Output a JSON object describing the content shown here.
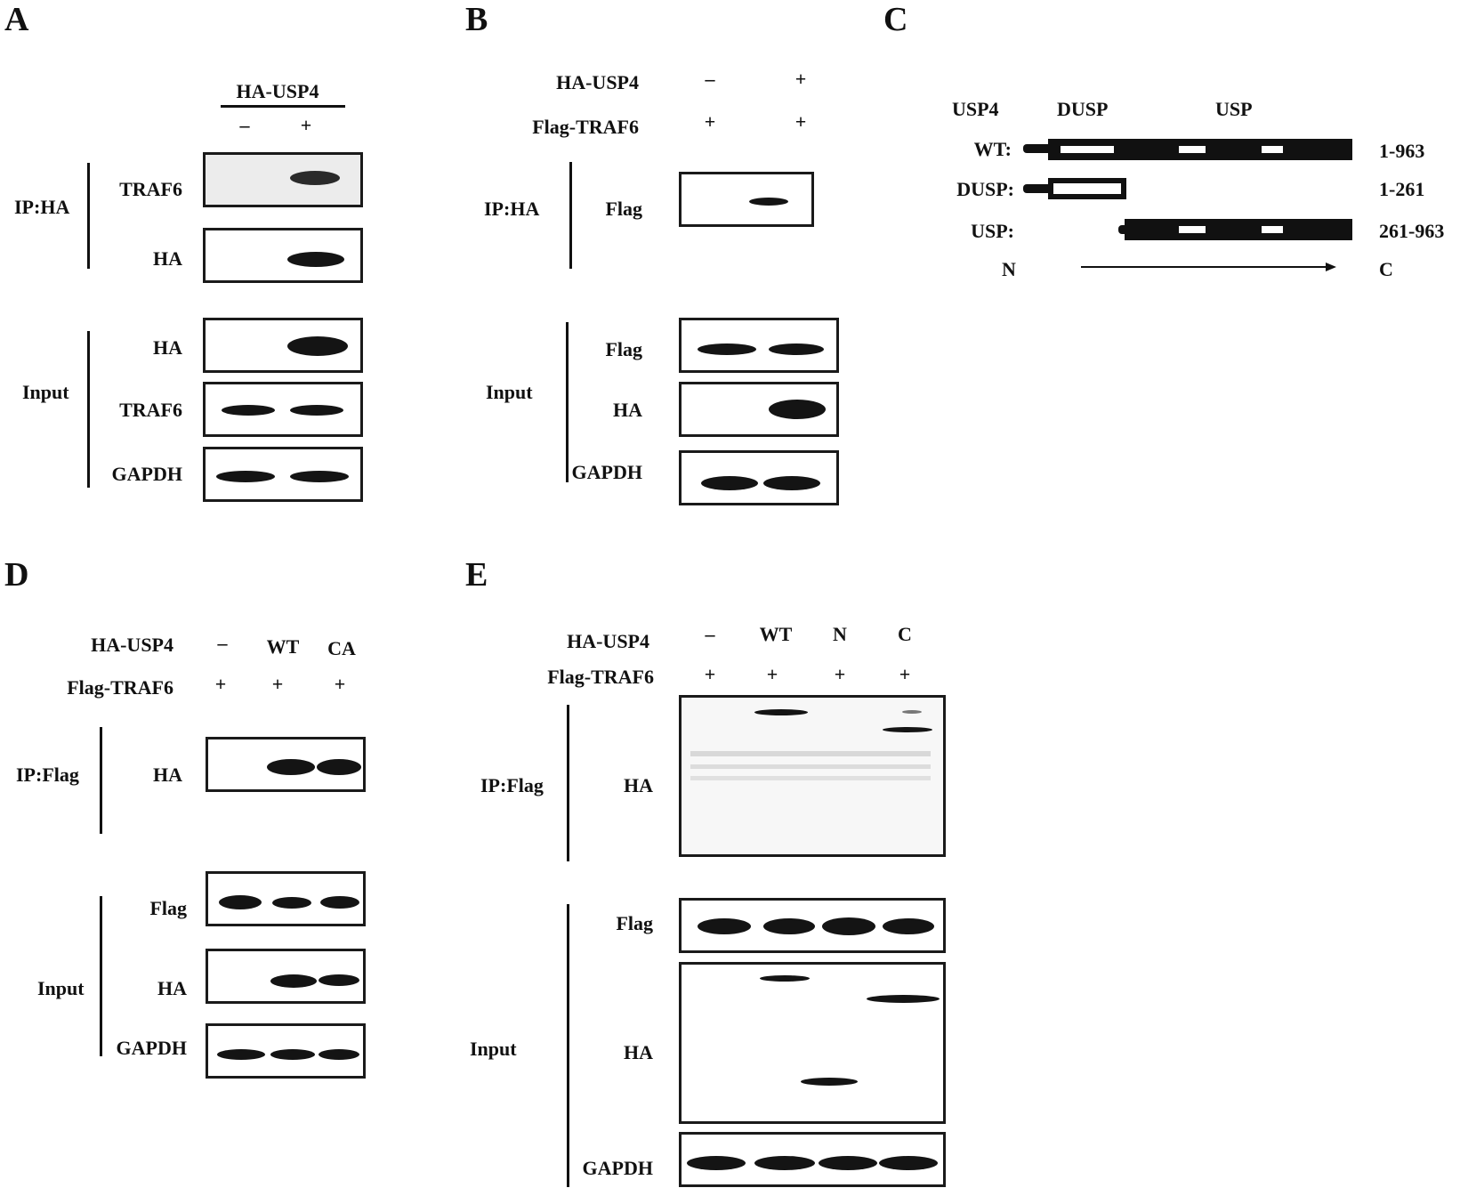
{
  "panel_letters": {
    "a": "A",
    "b": "B",
    "c": "C",
    "d": "D",
    "e": "E"
  },
  "panelA": {
    "header": "HA-USP4",
    "lanes": [
      "–",
      "+"
    ],
    "groups": {
      "ip": "IP:HA",
      "input": "Input"
    },
    "rows": [
      "TRAF6",
      "HA",
      "HA",
      "TRAF6",
      "GAPDH"
    ]
  },
  "panelB": {
    "cond_labels": [
      "HA-USP4",
      "Flag-TRAF6"
    ],
    "cond_values": [
      [
        "–",
        "+"
      ],
      [
        "+",
        "+"
      ]
    ],
    "groups": {
      "ip": "IP:HA",
      "input": "Input"
    },
    "rows": [
      "Flag",
      "Flag",
      "HA",
      "GAPDH"
    ]
  },
  "panelC": {
    "header": [
      "USP4",
      "DUSP",
      "USP"
    ],
    "constructs": [
      {
        "name": "WT:",
        "range": "1-963"
      },
      {
        "name": "DUSP:",
        "range": "1-261"
      },
      {
        "name": "USP:",
        "range": "261-963"
      }
    ],
    "n_term": "N",
    "c_term": "C"
  },
  "panelD": {
    "cond_labels": [
      "HA-USP4",
      "Flag-TRAF6"
    ],
    "cond_values": [
      [
        "–",
        "WT",
        "CA"
      ],
      [
        "+",
        "+",
        "+"
      ]
    ],
    "groups": {
      "ip": "IP:Flag",
      "input": "Input"
    },
    "rows": [
      "HA",
      "Flag",
      "HA",
      "GAPDH"
    ]
  },
  "panelE": {
    "cond_labels": [
      "HA-USP4",
      "Flag-TRAF6"
    ],
    "cond_values": [
      [
        "–",
        "WT",
        "N",
        "C"
      ],
      [
        "+",
        "+",
        "+",
        "+"
      ]
    ],
    "groups": {
      "ip": "IP:Flag",
      "input": "Input"
    },
    "rows": [
      "HA",
      "Flag",
      "HA",
      "GAPDH"
    ]
  }
}
